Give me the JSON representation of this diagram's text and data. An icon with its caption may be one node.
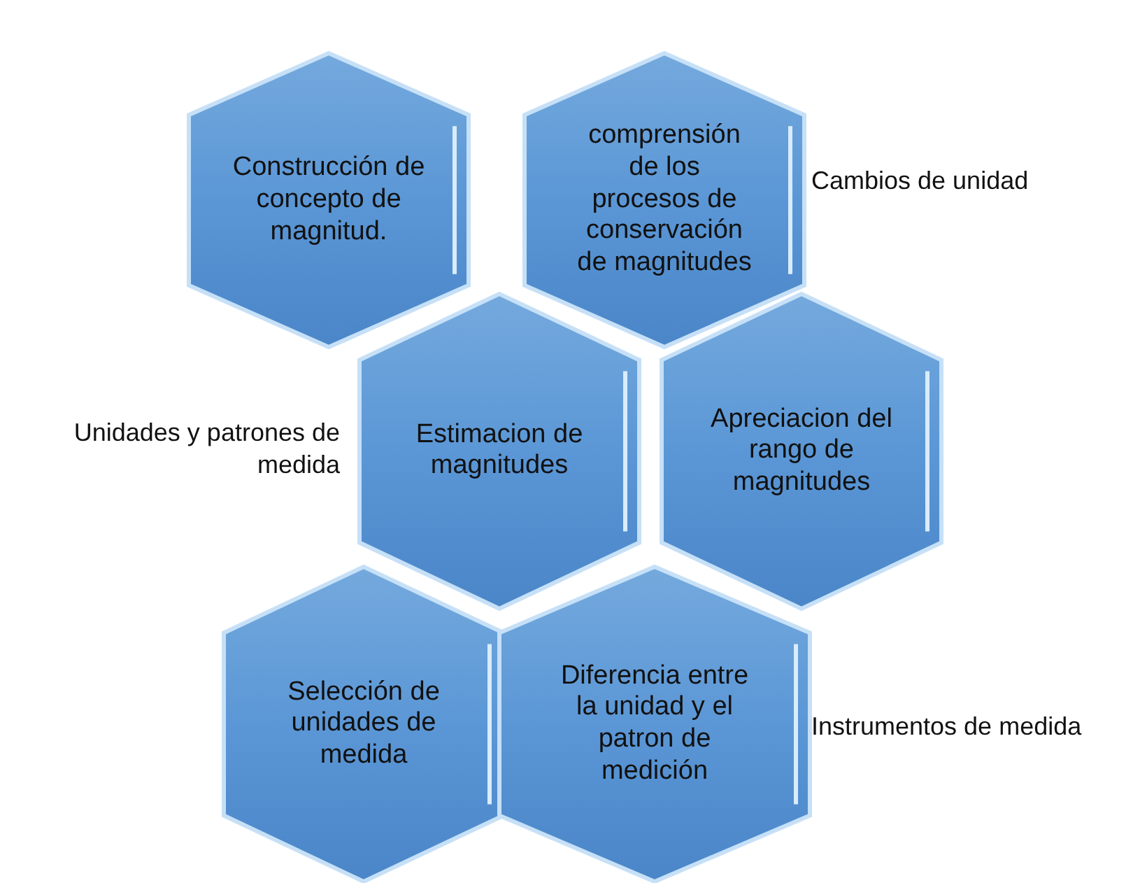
{
  "diagram": {
    "nodes": [
      {
        "text": [
          "Construcción de concepto de magnitud."
        ]
      },
      {
        "text": [
          "comprensión de los procesos de conservación de magnitudes"
        ]
      },
      {
        "text": [
          "Estimacion de magnitudes"
        ]
      },
      {
        "text": [
          "Apreciacion del rango de magnitudes"
        ]
      },
      {
        "text": [
          "Selección de unidades de medida"
        ]
      },
      {
        "text": [
          "Diferencia entre la unidad y el patron de medición"
        ]
      }
    ],
    "labels": [
      "Cambios de unidad",
      "Unidades y patrones de medida",
      "Instrumentos de medida"
    ]
  }
}
